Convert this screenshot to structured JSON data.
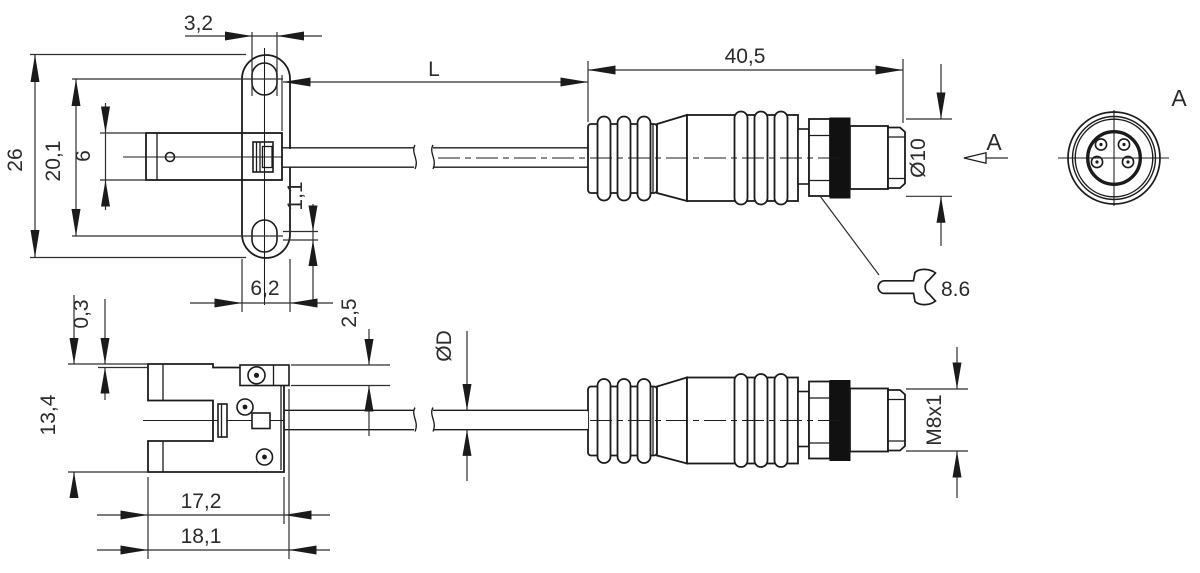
{
  "front_view": {
    "mount_slot_width": "3,2",
    "overall_height": "26",
    "hole_spacing": "20,1",
    "body_thickness": "6",
    "slot_straight_length": "1,1",
    "bracket_width": "6,2",
    "cable_length_label": "L"
  },
  "connector": {
    "length": "40,5",
    "body_diameter": "Ø10",
    "wrench_size": "8.6",
    "thread_spec": "M8x1"
  },
  "view_a": {
    "direction_label": "A",
    "face_label": "A"
  },
  "side_view": {
    "face_step": "0,3",
    "overall_height": "13,4",
    "clamp_height": "2,5",
    "cable_diameter": "ØD",
    "body_width": "17,2",
    "overall_width": "18,1"
  },
  "colors": {
    "line": "#1b1b1b",
    "dim_text": "#2b2b2b",
    "background": "#ffffff",
    "black_band": "#111111"
  }
}
